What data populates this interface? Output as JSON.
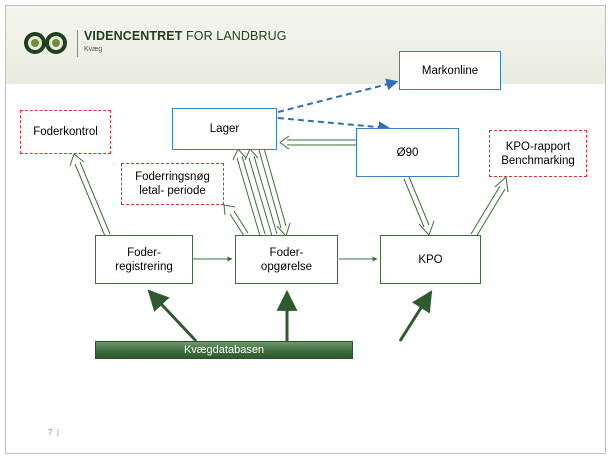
{
  "header": {
    "brand_bold": "VIDENCENTRET",
    "brand_light": "FOR LANDBRUG",
    "subtitle": "Kvæg"
  },
  "nodes": {
    "markonline": "Markonline",
    "lager": "Lager",
    "foderkontrol": "Foderkontrol",
    "o90": "Ø90",
    "kpo_rapport": "KPO-rapport\nBenchmarking",
    "foderringsnoeg": "Foderringsnøg\nletal- periode",
    "foderregistrering": "Foder-\nregistrering",
    "foderopgoerelse": "Foder-\nopgørelse",
    "kpo": "KPO"
  },
  "database_bar": "Kvægdatabasen",
  "footer": {
    "page_number": "7",
    "separator": "|"
  },
  "colors": {
    "red_dashed": "#e23030",
    "blue": "#3a7ec6",
    "green": "#3b6e3b",
    "db_bar": "#3c6e3c"
  }
}
